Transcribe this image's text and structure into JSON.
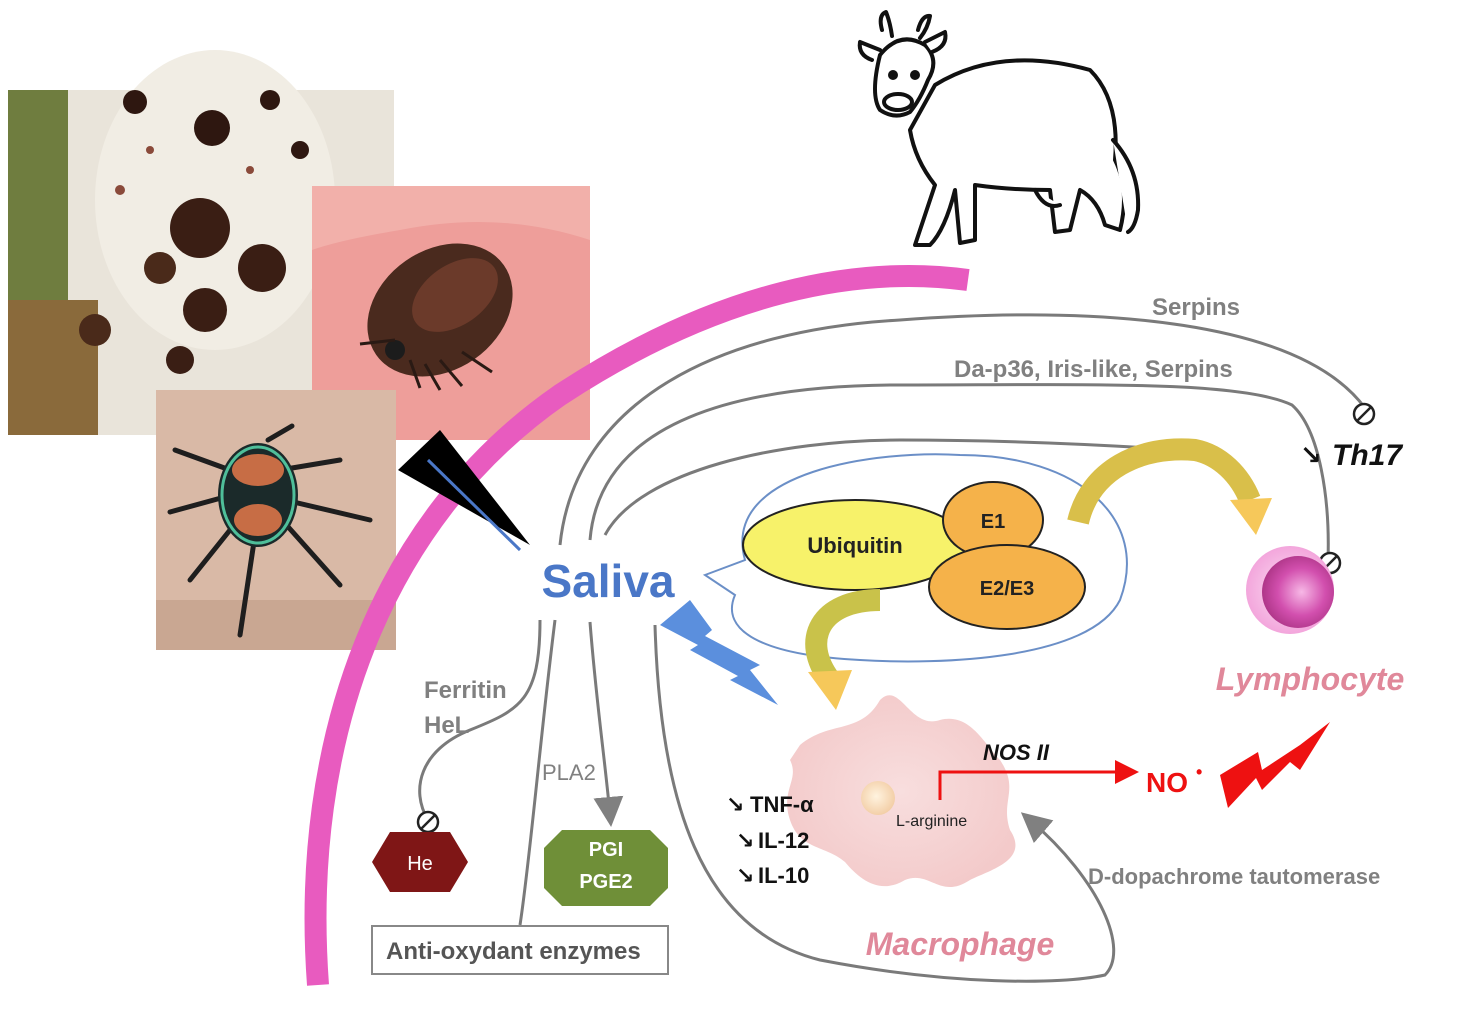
{
  "diagram": {
    "center": "Saliva",
    "host_label": "cow-drawing",
    "photos": [
      "engorged-ticks-photo",
      "tick-on-hand-photo",
      "tick-on-skin-photo"
    ],
    "pathways": {
      "serpins": "Serpins",
      "dap36": "Da-p36, Iris-like, Serpins",
      "th17": "Th17",
      "ferritin": "Ferritin",
      "hel": "HeL",
      "pla2": "PLA2",
      "antioxidant": "Anti-oxydant enzymes",
      "dopachrome": "D-dopachrome tautomerase"
    },
    "ubiquitin": {
      "ubiquitin": "Ubiquitin",
      "e1": "E1",
      "e2e3": "E2/E3"
    },
    "cells": {
      "lymphocyte": "Lymphocyte",
      "macrophage": "Macrophage"
    },
    "macrophage_detail": {
      "nos": "NOS II",
      "no": "NO",
      "no_sup": "•",
      "larginine": "L-arginine",
      "tnf": "TNF-α",
      "il12": "IL-12",
      "il10": "IL-10"
    },
    "targets": {
      "he": "He",
      "pgi": "PGI",
      "pge2": "PGE2"
    },
    "colors": {
      "skin_arc": "#e85bbf",
      "saliva": "#4a77c7",
      "grey_text": "#808080",
      "red": "#ee1111",
      "ubiquitin": "#f7f26a",
      "enzyme": "#f5b24a",
      "he": "#7f1616",
      "pg": "#6f8f38",
      "cell_label": "#e0889a",
      "bolt": "#5b8fdd"
    }
  }
}
